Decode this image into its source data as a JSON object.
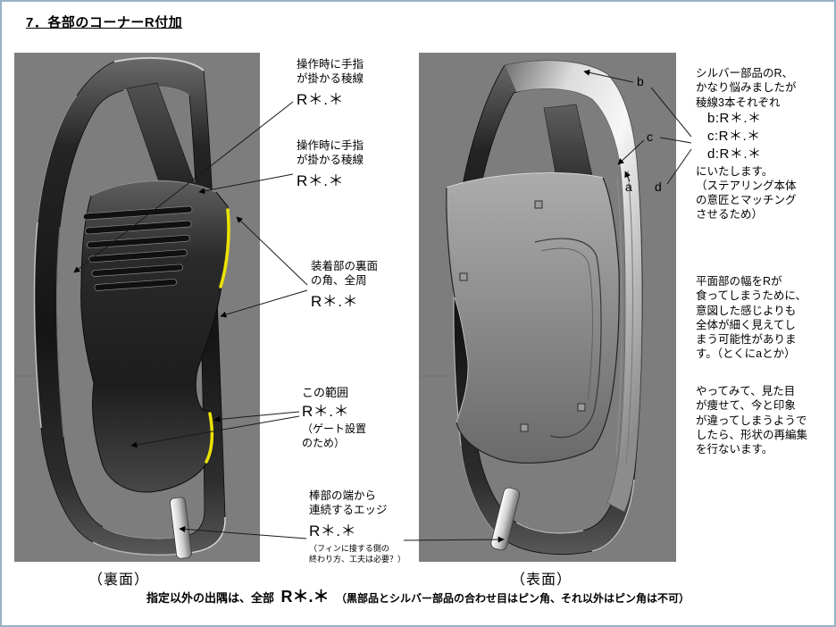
{
  "title": "7．各部のコーナーR付加",
  "captions": {
    "back": "（裏面）",
    "front": "（表面）"
  },
  "mid_annotations": {
    "ann1": {
      "line1": "操作時に手指",
      "line2": "が掛かる稜線",
      "value": "R＊.＊"
    },
    "ann2": {
      "line1": "操作時に手指",
      "line2": "が掛かる稜線",
      "value": "R＊.＊"
    },
    "ann3": {
      "line1": "装着部の裏面",
      "line2": "の角、全周",
      "value": "R＊.＊"
    },
    "ann4": {
      "label": "この範囲",
      "value": "R＊.＊",
      "note1": "（ゲート設置",
      "note2": "のため）"
    },
    "ann5": {
      "line1": "棒部の端から",
      "line2": "連続するエッジ",
      "value": "R＊.＊",
      "note1": "（フィンに接する側の",
      "note2": "終わり方、工夫は必要？）"
    }
  },
  "model_labels": {
    "a": "a",
    "b": "b",
    "c": "c",
    "d": "d"
  },
  "right_panel": {
    "p1_lines": [
      "シルバー部品のR、",
      "かなり悩みましたが",
      "稜線3本それぞれ"
    ],
    "r_items": [
      "b:R＊.＊",
      "c:R＊.＊",
      "d:R＊.＊"
    ],
    "p2_lines": [
      "にいたします。",
      "（ステアリング本体",
      "の意匠とマッチング",
      "させるため）"
    ],
    "p3_lines": [
      "平面部の幅をRが",
      "食ってしまうために、",
      "意図した感じよりも",
      "全体が細く見えてし",
      "まう可能性がありま",
      "す。（とくにaとか）"
    ],
    "p4_lines": [
      "やってみて、見た目",
      "が痩せて、今と印象",
      "が違ってしまうようで",
      "したら、形状の再編集",
      "を行ないます。"
    ]
  },
  "footer": {
    "prefix": "指定以外の出隅は、全部",
    "value": "R＊.＊",
    "suffix": "（黒部品とシルバー部品の合わせ目はピン角、それ以外はピン角は不可）"
  },
  "colors": {
    "border_blue": "#97b1c6",
    "viewport_gray": "#7d7d7d",
    "highlight_yellow": "#ece300",
    "text_black": "#000000"
  }
}
